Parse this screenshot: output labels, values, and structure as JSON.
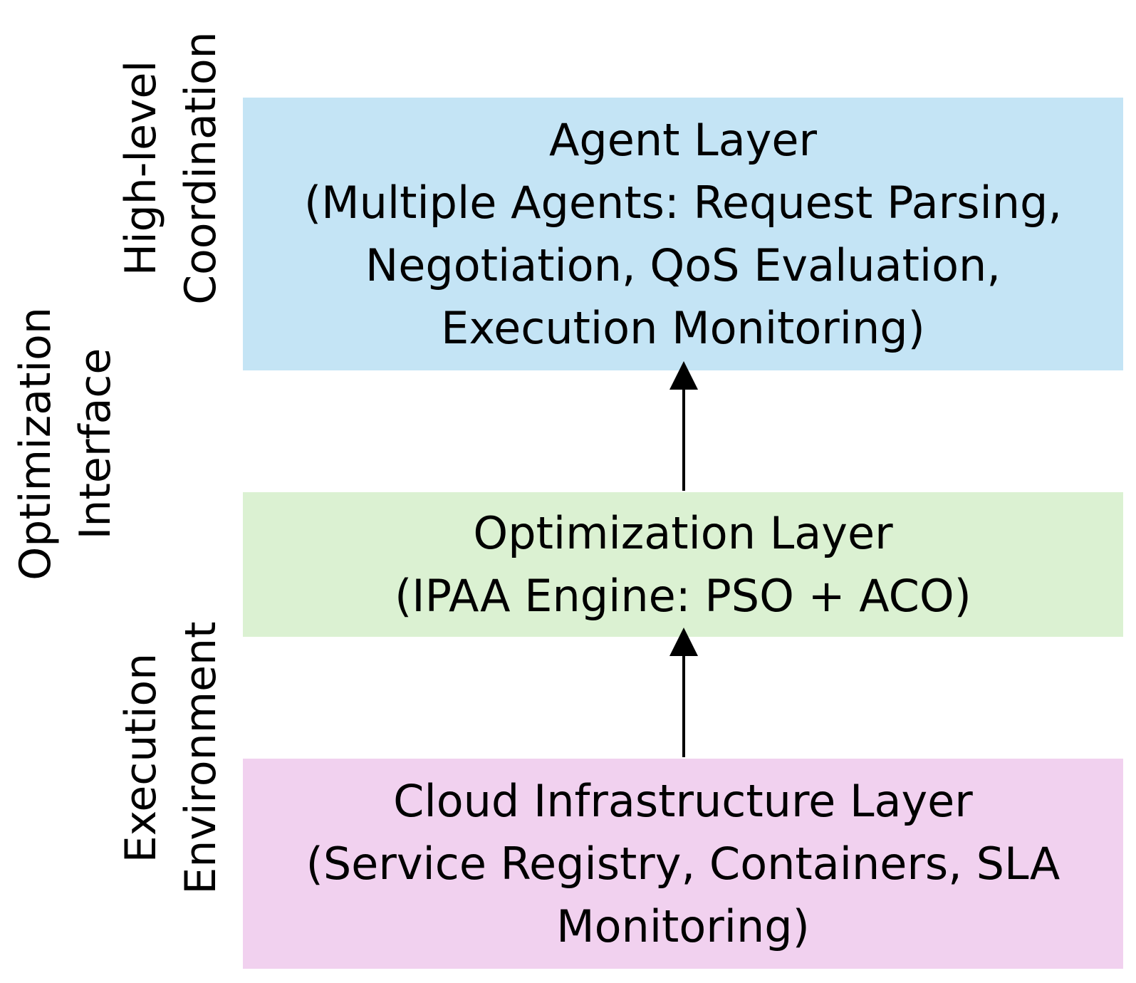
{
  "colors": {
    "agent_layer_fill": "#c4e4f5",
    "optimization_layer_fill": "#dbf1d2",
    "cloud_layer_fill": "#f1d1ef",
    "arrow": "#000000",
    "text": "#000000"
  },
  "side_labels": {
    "high_level": "High-level\nCoordination",
    "optimization": "Optimization\nInterface",
    "execution": "Execution\nEnvironment"
  },
  "layers": {
    "agent": {
      "title": "Agent Layer",
      "description": "(Multiple Agents: Request Parsing,\nNegotiation, QoS Evaluation,\nExecution Monitoring)"
    },
    "optimization": {
      "title": "Optimization Layer",
      "description": "(IPAA Engine: PSO + ACO)"
    },
    "cloud": {
      "title": "Cloud Infrastructure Layer",
      "description": "(Service Registry, Containers, SLA\nMonitoring)"
    }
  }
}
